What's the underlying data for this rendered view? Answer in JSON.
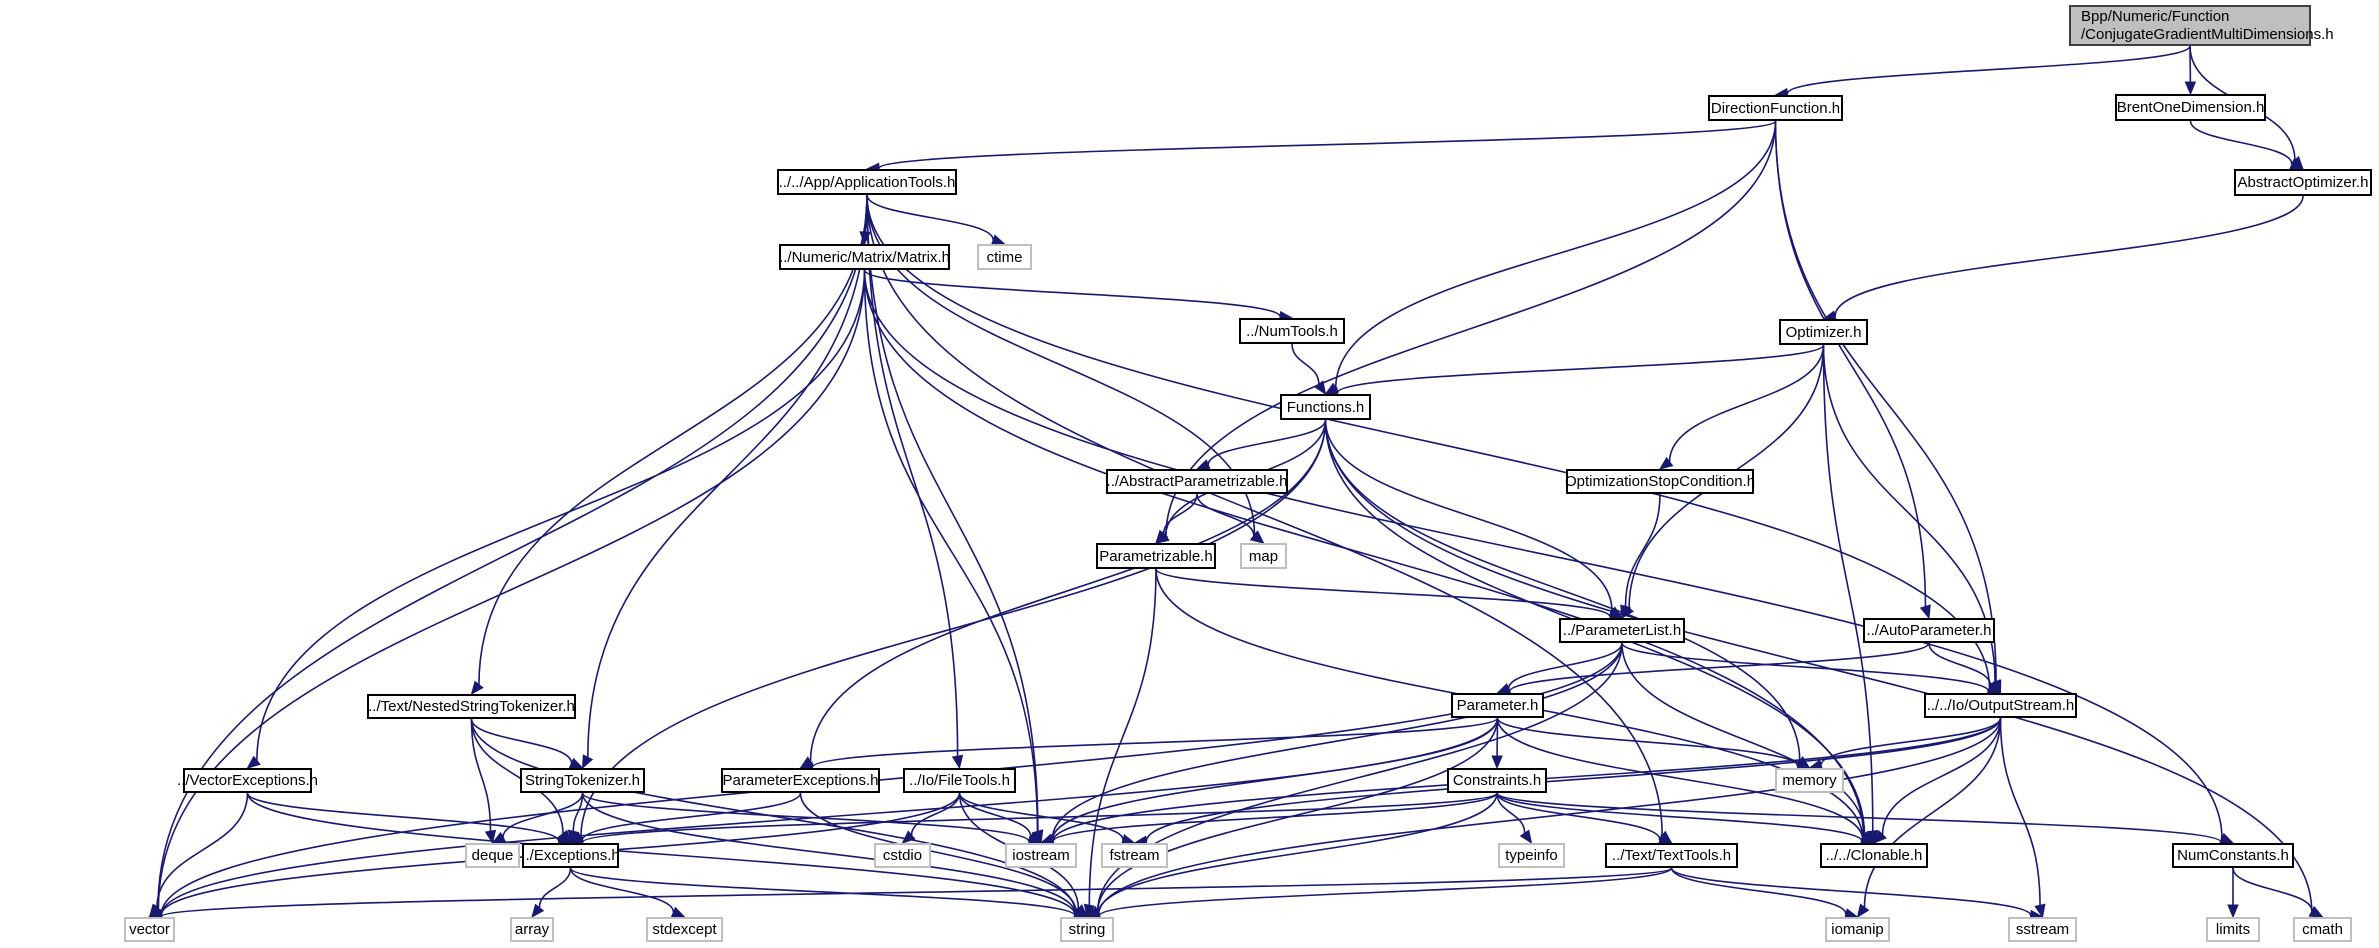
{
  "diagram": {
    "title": "Bpp/Numeric/Function/ConjugateGradientMultiDimensions.h",
    "colors": {
      "edge": "#191970",
      "root_fill": "#bfbfbf",
      "node_border": "#000000",
      "system_border": "#bfbfbf"
    },
    "nodes": [
      {
        "id": "root",
        "label_line1": "Bpp/Numeric/Function",
        "label_line2": "/ConjugateGradientMultiDimensions.h",
        "kind": "root"
      },
      {
        "id": "DirectionFunction",
        "label": "DirectionFunction.h",
        "kind": "file"
      },
      {
        "id": "BrentOneDimension",
        "label": "BrentOneDimension.h",
        "kind": "file"
      },
      {
        "id": "AbstractOptimizer",
        "label": "AbstractOptimizer.h",
        "kind": "file"
      },
      {
        "id": "ApplicationTools",
        "label": "../../App/ApplicationTools.h",
        "kind": "file"
      },
      {
        "id": "Matrix",
        "label": "../Numeric/Matrix/Matrix.h",
        "kind": "file"
      },
      {
        "id": "ctime",
        "label": "ctime",
        "kind": "system"
      },
      {
        "id": "NumTools",
        "label": "../NumTools.h",
        "kind": "file"
      },
      {
        "id": "Optimizer",
        "label": "Optimizer.h",
        "kind": "file"
      },
      {
        "id": "Functions",
        "label": "Functions.h",
        "kind": "file"
      },
      {
        "id": "AbstractParametrizable",
        "label": "../AbstractParametrizable.h",
        "kind": "file"
      },
      {
        "id": "OptimizationStopCondition",
        "label": "OptimizationStopCondition.h",
        "kind": "file"
      },
      {
        "id": "Parametrizable",
        "label": "Parametrizable.h",
        "kind": "file"
      },
      {
        "id": "map",
        "label": "map",
        "kind": "system"
      },
      {
        "id": "ParameterList",
        "label": "../ParameterList.h",
        "kind": "file"
      },
      {
        "id": "AutoParameter",
        "label": "../AutoParameter.h",
        "kind": "file"
      },
      {
        "id": "NestedStringTokenizer",
        "label": "../Text/NestedStringTokenizer.h",
        "kind": "file"
      },
      {
        "id": "Parameter",
        "label": "Parameter.h",
        "kind": "file"
      },
      {
        "id": "OutputStream",
        "label": "../../Io/OutputStream.h",
        "kind": "file"
      },
      {
        "id": "VectorExceptions",
        "label": "../VectorExceptions.h",
        "kind": "file"
      },
      {
        "id": "StringTokenizer",
        "label": "StringTokenizer.h",
        "kind": "file"
      },
      {
        "id": "ParameterExceptions",
        "label": "ParameterExceptions.h",
        "kind": "file"
      },
      {
        "id": "FileTools",
        "label": "../Io/FileTools.h",
        "kind": "file"
      },
      {
        "id": "Constraints",
        "label": "Constraints.h",
        "kind": "file"
      },
      {
        "id": "memory",
        "label": "memory",
        "kind": "system"
      },
      {
        "id": "deque",
        "label": "deque",
        "kind": "system"
      },
      {
        "id": "Exceptions",
        "label": "../Exceptions.h",
        "kind": "file"
      },
      {
        "id": "cstdio",
        "label": "cstdio",
        "kind": "system"
      },
      {
        "id": "iostream",
        "label": "iostream",
        "kind": "system"
      },
      {
        "id": "fstream",
        "label": "fstream",
        "kind": "system"
      },
      {
        "id": "typeinfo",
        "label": "typeinfo",
        "kind": "system"
      },
      {
        "id": "TextTools",
        "label": "../Text/TextTools.h",
        "kind": "file"
      },
      {
        "id": "Clonable",
        "label": "../../Clonable.h",
        "kind": "file"
      },
      {
        "id": "NumConstants",
        "label": "NumConstants.h",
        "kind": "file"
      },
      {
        "id": "vector",
        "label": "vector",
        "kind": "system"
      },
      {
        "id": "array",
        "label": "array",
        "kind": "system"
      },
      {
        "id": "stdexcept",
        "label": "stdexcept",
        "kind": "system"
      },
      {
        "id": "string",
        "label": "string",
        "kind": "system"
      },
      {
        "id": "iomanip",
        "label": "iomanip",
        "kind": "system"
      },
      {
        "id": "sstream",
        "label": "sstream",
        "kind": "system"
      },
      {
        "id": "limits",
        "label": "limits",
        "kind": "system"
      },
      {
        "id": "cmath",
        "label": "cmath",
        "kind": "system"
      }
    ],
    "edges": [
      [
        "root",
        "DirectionFunction"
      ],
      [
        "root",
        "BrentOneDimension"
      ],
      [
        "root",
        "AbstractOptimizer"
      ],
      [
        "BrentOneDimension",
        "AbstractOptimizer"
      ],
      [
        "AbstractOptimizer",
        "Optimizer"
      ],
      [
        "DirectionFunction",
        "ApplicationTools"
      ],
      [
        "DirectionFunction",
        "Functions"
      ],
      [
        "DirectionFunction",
        "Parametrizable"
      ],
      [
        "DirectionFunction",
        "AutoParameter"
      ],
      [
        "DirectionFunction",
        "OutputStream"
      ],
      [
        "ApplicationTools",
        "Matrix"
      ],
      [
        "ApplicationTools",
        "ctime"
      ],
      [
        "ApplicationTools",
        "vector"
      ],
      [
        "ApplicationTools",
        "NestedStringTokenizer"
      ],
      [
        "ApplicationTools",
        "StringTokenizer"
      ],
      [
        "ApplicationTools",
        "FileTools"
      ],
      [
        "ApplicationTools",
        "iostream"
      ],
      [
        "ApplicationTools",
        "map"
      ],
      [
        "ApplicationTools",
        "TextTools"
      ],
      [
        "ApplicationTools",
        "OutputStream"
      ],
      [
        "Matrix",
        "NumTools"
      ],
      [
        "Matrix",
        "VectorExceptions"
      ],
      [
        "Matrix",
        "vector"
      ],
      [
        "Matrix",
        "iostream"
      ],
      [
        "Matrix",
        "Clonable"
      ],
      [
        "Matrix",
        "NumConstants"
      ],
      [
        "NumTools",
        "Functions"
      ],
      [
        "Optimizer",
        "Functions"
      ],
      [
        "Optimizer",
        "OptimizationStopCondition"
      ],
      [
        "Optimizer",
        "ParameterList"
      ],
      [
        "Optimizer",
        "OutputStream"
      ],
      [
        "Optimizer",
        "Clonable"
      ],
      [
        "Functions",
        "AbstractParametrizable"
      ],
      [
        "Functions",
        "Parametrizable"
      ],
      [
        "Functions",
        "ParameterExceptions"
      ],
      [
        "Functions",
        "Exceptions"
      ],
      [
        "Functions",
        "ParameterList"
      ],
      [
        "Functions",
        "memory"
      ],
      [
        "Functions",
        "Clonable"
      ],
      [
        "Functions",
        "cmath"
      ],
      [
        "AbstractParametrizable",
        "Parametrizable"
      ],
      [
        "AbstractParametrizable",
        "map"
      ],
      [
        "OptimizationStopCondition",
        "ParameterList"
      ],
      [
        "Parametrizable",
        "ParameterList"
      ],
      [
        "Parametrizable",
        "string"
      ],
      [
        "Parametrizable",
        "Clonable"
      ],
      [
        "ParameterList",
        "Parameter"
      ],
      [
        "ParameterList",
        "OutputStream"
      ],
      [
        "ParameterList",
        "vector"
      ],
      [
        "ParameterList",
        "iostream"
      ],
      [
        "ParameterList",
        "string"
      ],
      [
        "ParameterList",
        "Clonable"
      ],
      [
        "AutoParameter",
        "Parameter"
      ],
      [
        "AutoParameter",
        "OutputStream"
      ],
      [
        "NestedStringTokenizer",
        "StringTokenizer"
      ],
      [
        "NestedStringTokenizer",
        "deque"
      ],
      [
        "NestedStringTokenizer",
        "Exceptions"
      ],
      [
        "NestedStringTokenizer",
        "string"
      ],
      [
        "Parameter",
        "ParameterExceptions"
      ],
      [
        "Parameter",
        "Constraints"
      ],
      [
        "Parameter",
        "memory"
      ],
      [
        "Parameter",
        "vector"
      ],
      [
        "Parameter",
        "iostream"
      ],
      [
        "Parameter",
        "string"
      ],
      [
        "Parameter",
        "Clonable"
      ],
      [
        "OutputStream",
        "memory"
      ],
      [
        "OutputStream",
        "Clonable"
      ],
      [
        "OutputStream",
        "iostream"
      ],
      [
        "OutputStream",
        "fstream"
      ],
      [
        "OutputStream",
        "string"
      ],
      [
        "OutputStream",
        "iomanip"
      ],
      [
        "OutputStream",
        "sstream"
      ],
      [
        "VectorExceptions",
        "Exceptions"
      ],
      [
        "VectorExceptions",
        "vector"
      ],
      [
        "VectorExceptions",
        "string"
      ],
      [
        "StringTokenizer",
        "deque"
      ],
      [
        "StringTokenizer",
        "Exceptions"
      ],
      [
        "StringTokenizer",
        "string"
      ],
      [
        "StringTokenizer",
        "iostream"
      ],
      [
        "ParameterExceptions",
        "Exceptions"
      ],
      [
        "ParameterExceptions",
        "string"
      ],
      [
        "FileTools",
        "vector"
      ],
      [
        "FileTools",
        "cstdio"
      ],
      [
        "FileTools",
        "iostream"
      ],
      [
        "FileTools",
        "fstream"
      ],
      [
        "FileTools",
        "string"
      ],
      [
        "Constraints",
        "Exceptions"
      ],
      [
        "Constraints",
        "iostream"
      ],
      [
        "Constraints",
        "typeinfo"
      ],
      [
        "Constraints",
        "TextTools"
      ],
      [
        "Constraints",
        "Clonable"
      ],
      [
        "Constraints",
        "NumConstants"
      ],
      [
        "Constraints",
        "string"
      ],
      [
        "Exceptions",
        "array"
      ],
      [
        "Exceptions",
        "stdexcept"
      ],
      [
        "Exceptions",
        "string"
      ],
      [
        "TextTools",
        "vector"
      ],
      [
        "TextTools",
        "string"
      ],
      [
        "TextTools",
        "iomanip"
      ],
      [
        "TextTools",
        "sstream"
      ],
      [
        "NumConstants",
        "limits"
      ],
      [
        "NumConstants",
        "cmath"
      ]
    ]
  }
}
